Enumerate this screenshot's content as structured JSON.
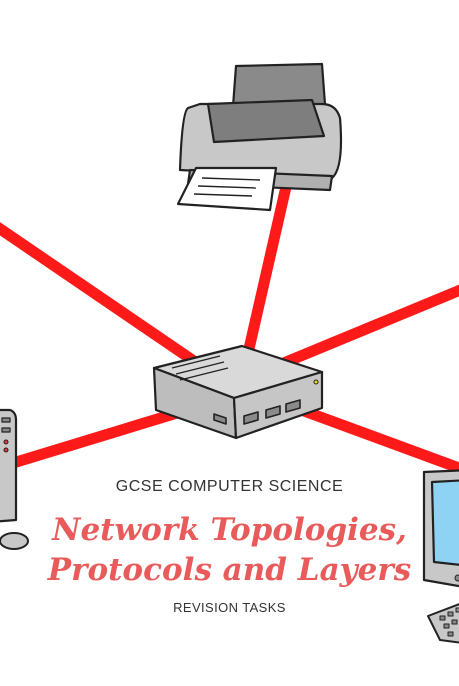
{
  "header": {
    "subject": "GCSE COMPUTER SCIENCE",
    "title_line_1": "Network Topologies,",
    "title_line_2": "Protocols and Layers",
    "tagline": "REVISION TASKS"
  },
  "colors": {
    "cable": "#ff1a1a",
    "title": "#e95a5a",
    "device_light": "#cfcfcf",
    "device_dark": "#8a8a8a",
    "outline": "#222222",
    "screen": "#8fd3f4"
  },
  "icons": [
    "printer-icon",
    "network-switch-icon",
    "desktop-tower-icon",
    "computer-mouse-icon",
    "monitor-icon",
    "keyboard-icon"
  ]
}
